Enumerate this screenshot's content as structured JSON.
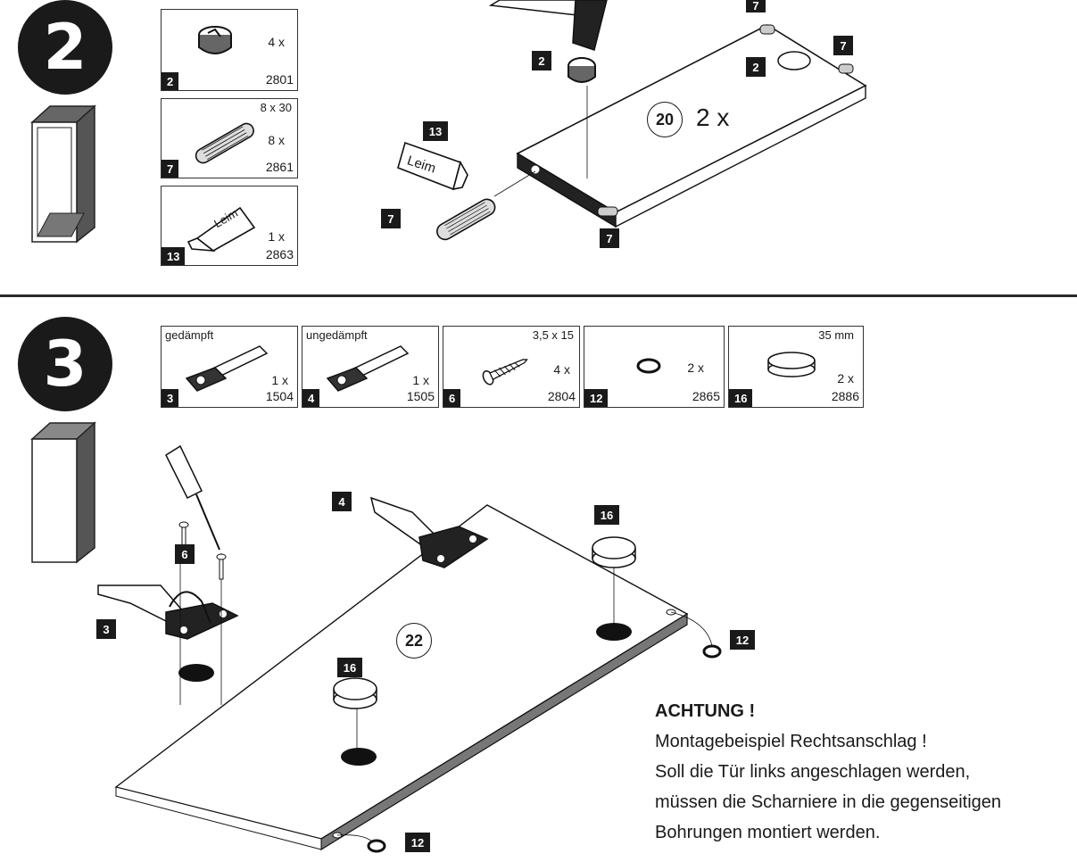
{
  "step2": {
    "number": "2",
    "parts": [
      {
        "num": "2",
        "qty": "4 x",
        "code": "2801",
        "spec": ""
      },
      {
        "num": "7",
        "qty": "8 x",
        "code": "2861",
        "spec": "8 x 30"
      },
      {
        "num": "13",
        "qty": "1 x",
        "code": "2863",
        "spec": "",
        "tube_label": "Leim"
      }
    ],
    "diagram": {
      "panel": "20",
      "count": "2 x",
      "tags": [
        "7",
        "7",
        "2",
        "2",
        "13",
        "7",
        "7"
      ],
      "tube_label": "Leim"
    }
  },
  "step3": {
    "number": "3",
    "parts": [
      {
        "num": "3",
        "qty": "1 x",
        "code": "1504",
        "spec": "gedämpft"
      },
      {
        "num": "4",
        "qty": "1 x",
        "code": "1505",
        "spec": "ungedämpft"
      },
      {
        "num": "6",
        "qty": "4 x",
        "code": "2804",
        "spec": "3,5 x 15"
      },
      {
        "num": "12",
        "qty": "2 x",
        "code": "2865",
        "spec": ""
      },
      {
        "num": "16",
        "qty": "2 x",
        "code": "2886",
        "spec": "35 mm"
      }
    ],
    "diagram": {
      "panel": "22",
      "tags": [
        "4",
        "16",
        "6",
        "3",
        "12",
        "16",
        "12"
      ]
    }
  },
  "note": {
    "heading": "ACHTUNG !",
    "lines": [
      "Montagebeispiel Rechtsanschlag !",
      "Soll die Tür links angeschlagen werden,",
      "müssen die Scharniere in die gegenseitigen",
      "Bohrungen montiert werden."
    ]
  }
}
